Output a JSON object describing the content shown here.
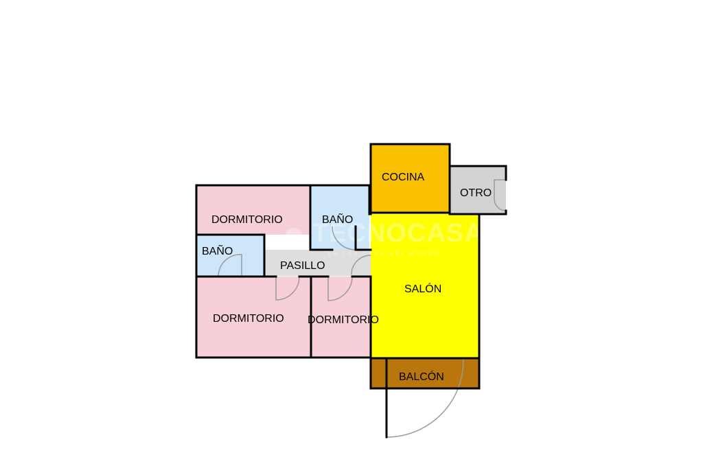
{
  "floor_plan": {
    "colors": {
      "bedroom": "#f7cfd8",
      "bathroom": "#cde6fa",
      "hallway": "#dedede",
      "kitchen": "#f8c000",
      "other": "#d3d3d3",
      "living": "#ffff00",
      "balcony": "#b8760c",
      "wall": "#000000",
      "door_arc": "#9a9a9a"
    },
    "rooms": {
      "dormitorio_top": "DORMITORIO",
      "bano_top": "BAÑO",
      "bano_left": "BAÑO",
      "pasillo": "PASILLO",
      "dormitorio_bottom_left": "DORMITORIO",
      "dormitorio_bottom_mid": "DORMITORIO",
      "cocina": "COCINA",
      "otro": "OTRO",
      "salon": "SALÓN",
      "balcon": "BALCÓN"
    },
    "watermark": {
      "logo": "TECNOCASA",
      "tagline": "LA TUA CASA NEL MONDO"
    }
  }
}
